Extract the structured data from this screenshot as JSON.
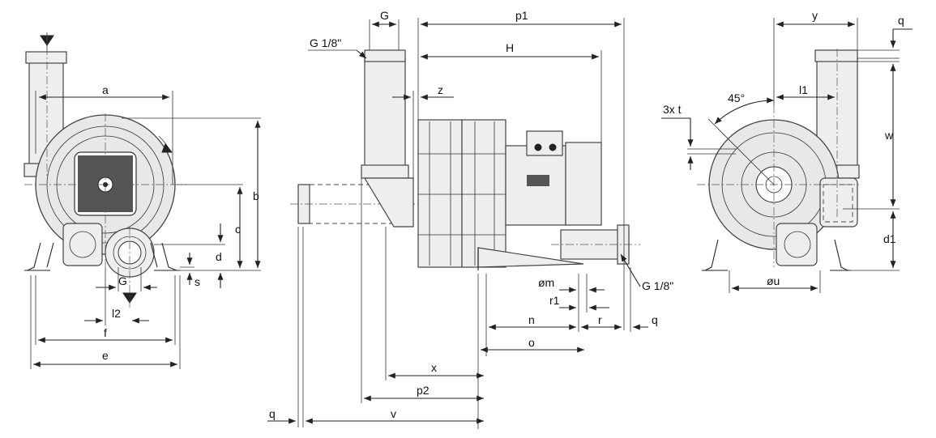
{
  "labels": {
    "a": "a",
    "b": "b",
    "c": "c",
    "d": "d",
    "s": "s",
    "g_left": "G",
    "l2": "l2",
    "f": "f",
    "e": "e",
    "g_top": "G",
    "g18_top": "G 1/8\"",
    "p1": "p1",
    "h": "H",
    "z": "z",
    "om": "øm",
    "r1": "r1",
    "n": "n",
    "r": "r",
    "q_mid": "q",
    "g18_bottom": "G 1/8\"",
    "o": "o",
    "x": "x",
    "p2": "p2",
    "q_bottom": "q",
    "v": "v",
    "y": "y",
    "q_right": "q",
    "deg45": "45°",
    "l1": "l1",
    "three_t": "3x t",
    "w": "w",
    "d1": "d1",
    "ou": "øu"
  }
}
